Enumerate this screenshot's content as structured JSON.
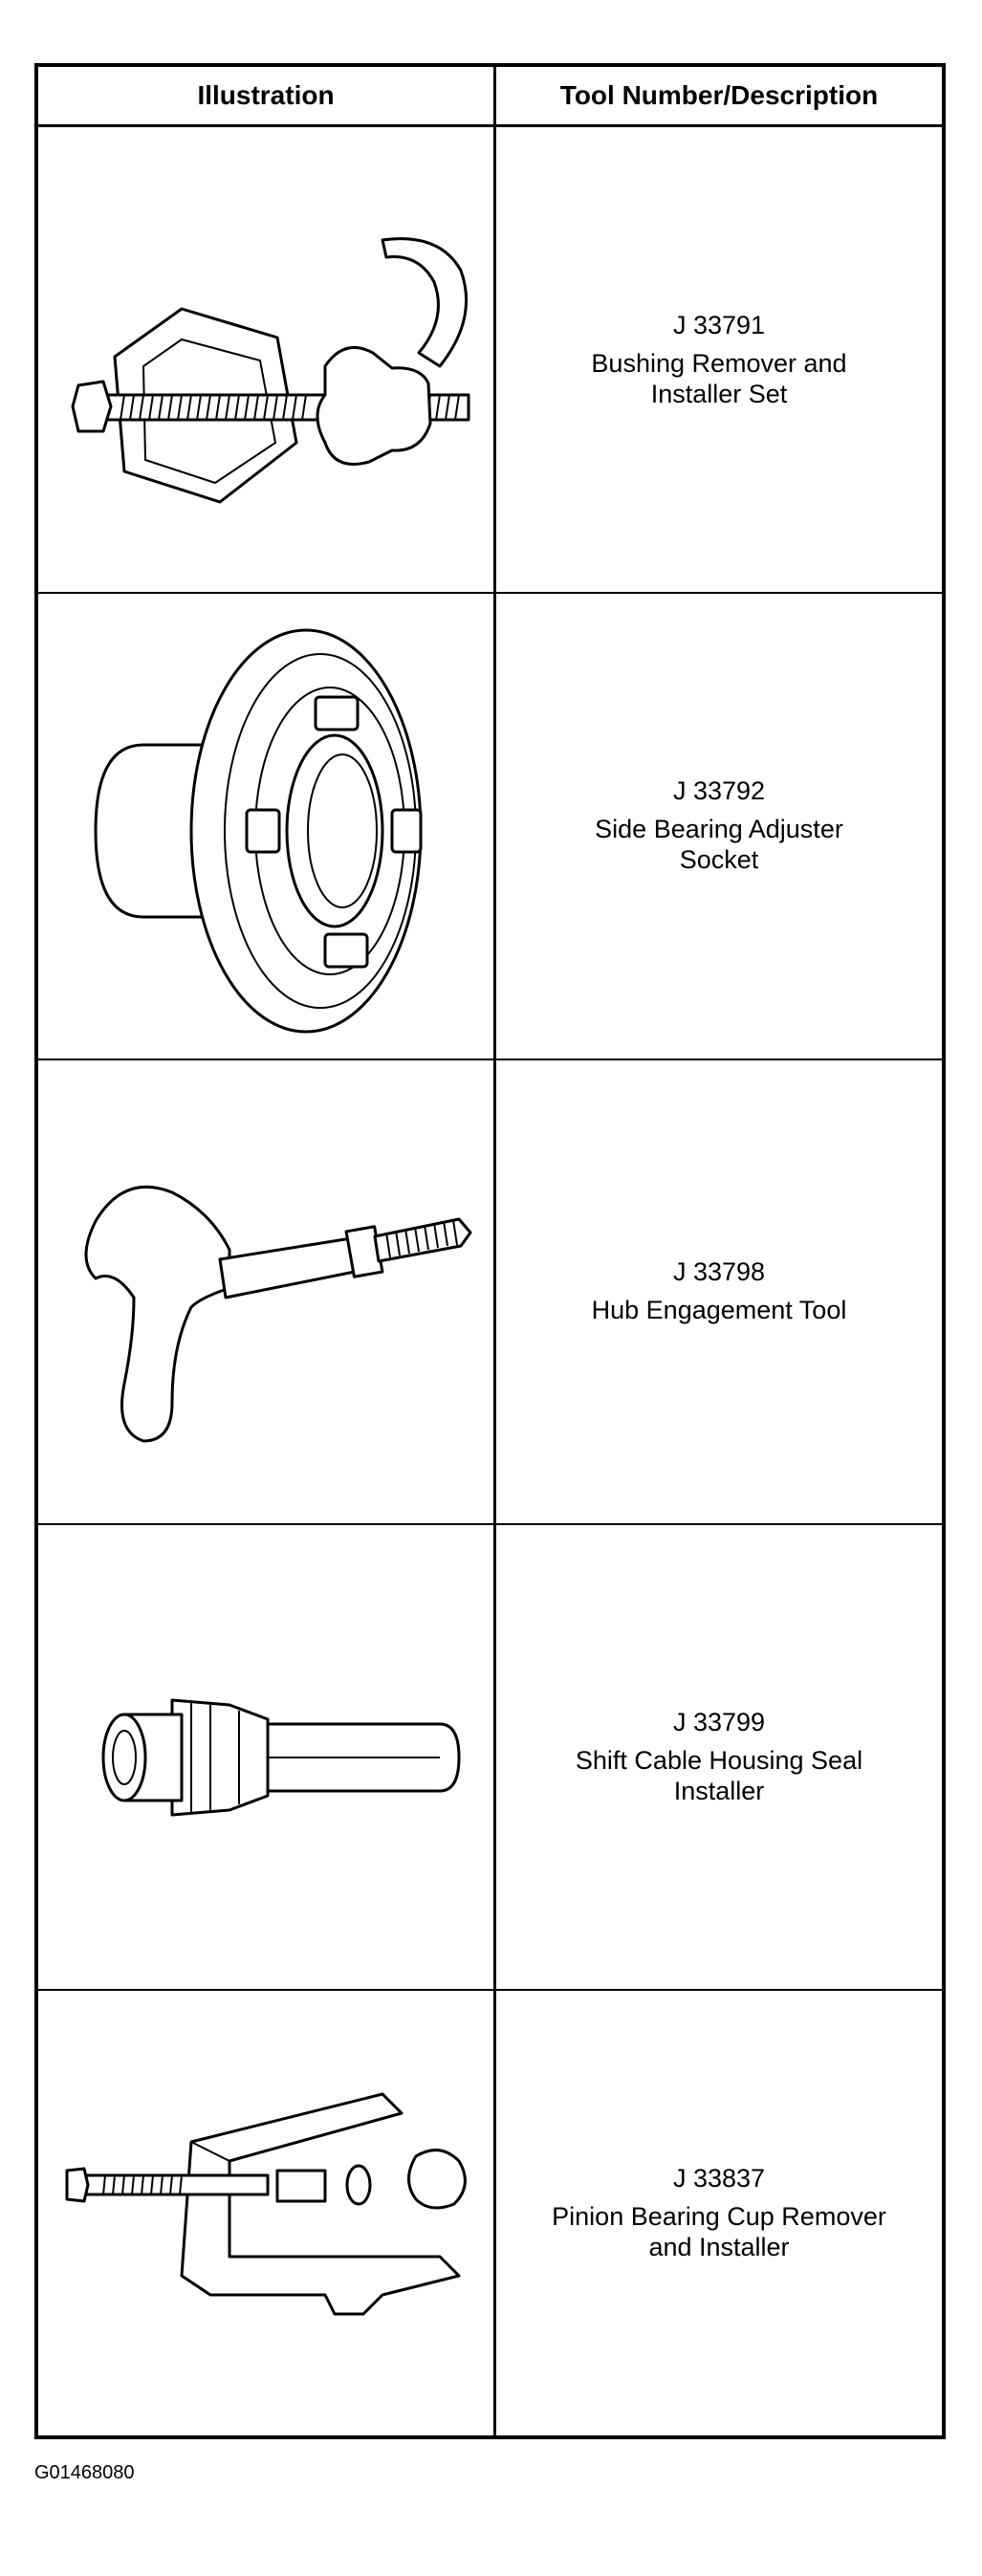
{
  "header": {
    "illustration": "Illustration",
    "description": "Tool Number/Description"
  },
  "tools": [
    {
      "number": "J 33791",
      "description": "Bushing Remover and Installer Set",
      "icon": "bushing-remover-installer-icon"
    },
    {
      "number": "J 33792",
      "description": "Side Bearing Adjuster Socket",
      "icon": "side-bearing-adjuster-socket-icon"
    },
    {
      "number": "J 33798",
      "description": "Hub Engagement Tool",
      "icon": "hub-engagement-tool-icon"
    },
    {
      "number": "J 33799",
      "description": "Shift Cable Housing Seal Installer",
      "icon": "seal-installer-icon"
    },
    {
      "number": "J 33837",
      "description": "Pinion Bearing Cup Remover and Installer",
      "icon": "pinion-cup-remover-icon"
    }
  ],
  "figure_id": "G01468080"
}
